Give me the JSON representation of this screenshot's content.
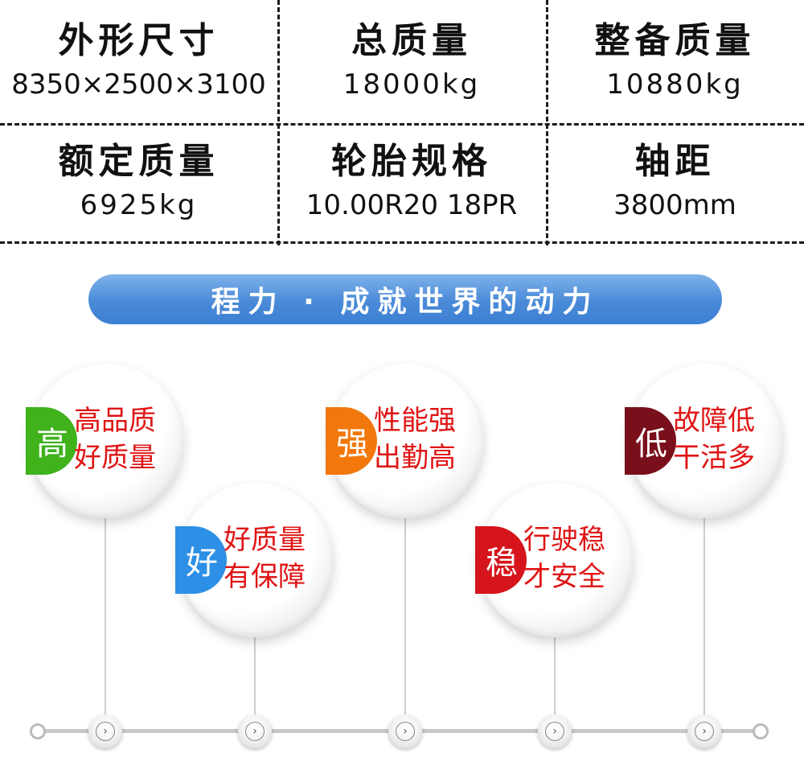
{
  "specs": [
    {
      "label": "外形尺寸",
      "value": "8350×2500×3100"
    },
    {
      "label": "总质量",
      "value": "18000kg"
    },
    {
      "label": "整备质量",
      "value": "10880kg"
    },
    {
      "label": "额定质量",
      "value": "6925kg"
    },
    {
      "label": "轮胎规格",
      "value": "10.00R20 18PR"
    },
    {
      "label": "轴距",
      "value": "3800mm"
    }
  ],
  "banner": {
    "text": "程力 · 成就世界的动力"
  },
  "features": [
    {
      "badge": "高",
      "line1": "高品质",
      "line2": "好质量",
      "color": "#3fb21c"
    },
    {
      "badge": "好",
      "line1": "好质量",
      "line2": "有保障",
      "color": "#2d8fe6"
    },
    {
      "badge": "强",
      "line1": "性能强",
      "line2": "出勤高",
      "color": "#f2780c"
    },
    {
      "badge": "稳",
      "line1": "行驶稳",
      "line2": "才安全",
      "color": "#d6141c"
    },
    {
      "badge": "低",
      "line1": "故障低",
      "line2": "干活多",
      "color": "#7a0f1c"
    }
  ],
  "timeline": {
    "node_icon": "chevron-right-icon",
    "node_glyph": "›"
  }
}
